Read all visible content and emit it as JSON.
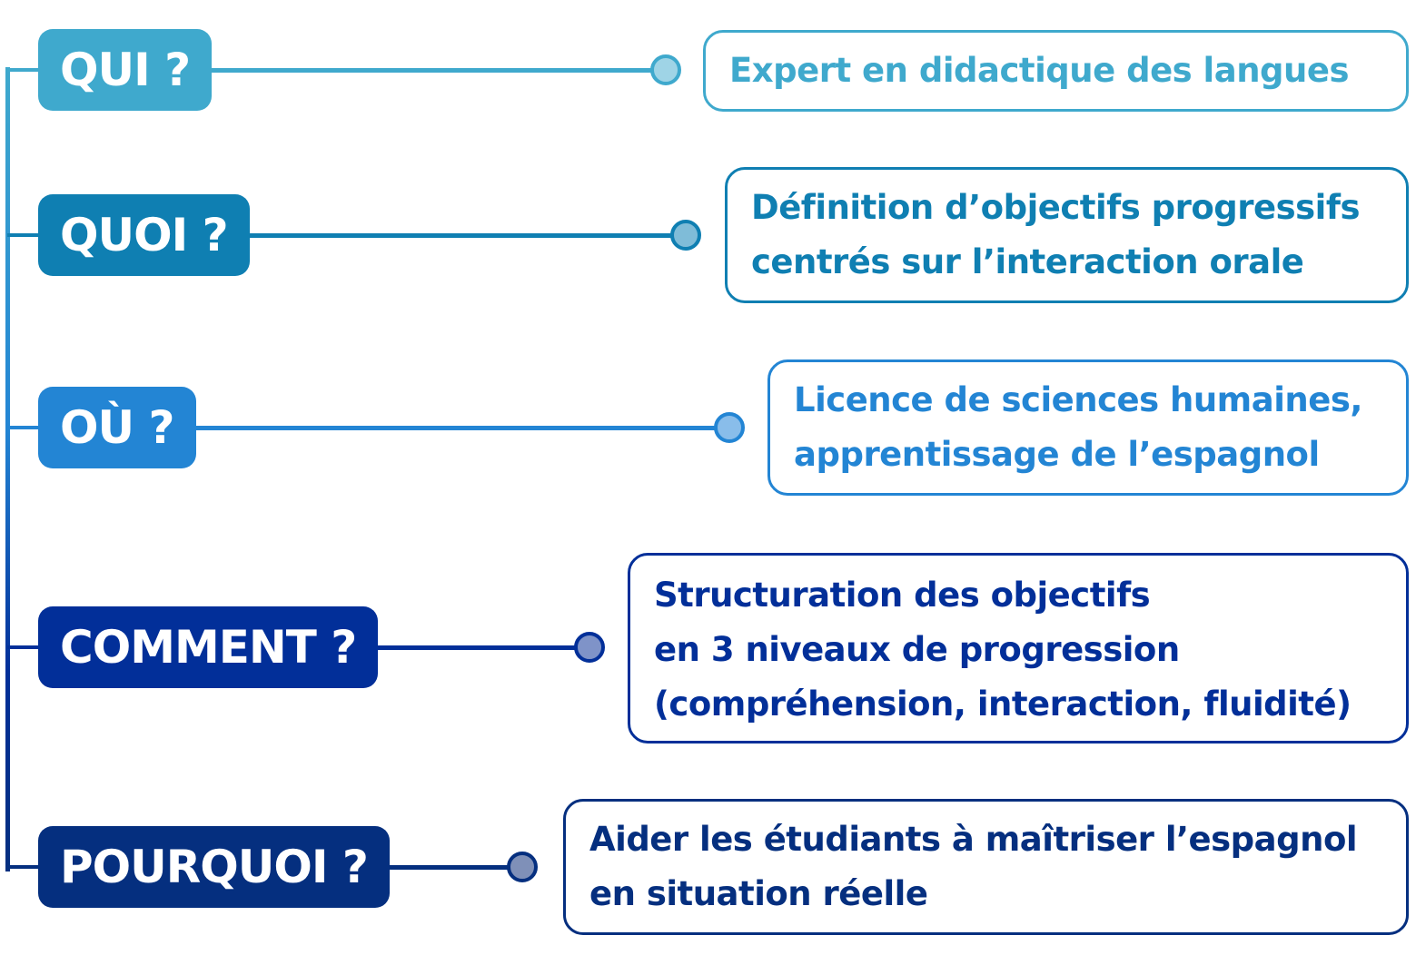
{
  "rows": [
    {
      "question": "QUI ?",
      "answer": "Expert en didactique des langues",
      "color": "#3fa9cd",
      "dot_fill": "#9fd4e6"
    },
    {
      "question": "QUOI ?",
      "answer": "Définition d’objectifs progressifs\ncentrés sur l’interaction orale",
      "color": "#0f7fb2",
      "dot_fill": "#7fbcd8"
    },
    {
      "question": "OÙ ?",
      "answer": "Licence de sciences humaines,\napprentissage de l’espagnol",
      "color": "#2385d4",
      "dot_fill": "#89bdea"
    },
    {
      "question": "COMMENT ?",
      "answer": "Structuration des objectifs\nen 3 niveaux de progression\n(compréhension, interaction, fluidité)",
      "color": "#022f99",
      "dot_fill": "#7f93c8"
    },
    {
      "question": "POURQUOI ?",
      "answer": "Aider les étudiants à maîtriser l’espagnol\nen situation réelle",
      "color": "#052f7f",
      "dot_fill": "#7f90b8"
    }
  ]
}
